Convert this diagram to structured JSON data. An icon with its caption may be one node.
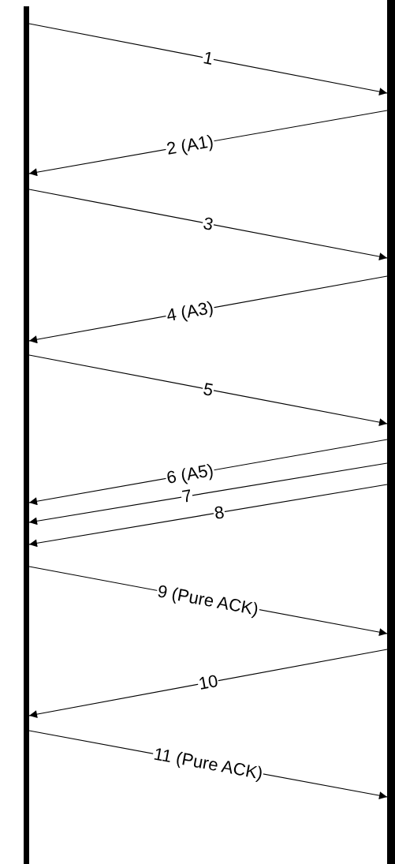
{
  "diagram": {
    "nodes": [
      {
        "text": [],
        "shape": "bar"
      },
      {
        "text": [],
        "shape": "bar"
      }
    ],
    "edges": [
      {
        "from": 0,
        "to": 1,
        "arrow": "to",
        "label": "1"
      },
      {
        "from": 1,
        "to": 0,
        "arrow": "to",
        "label": "2 (A1)"
      },
      {
        "from": 0,
        "to": 1,
        "arrow": "to",
        "label": "3"
      },
      {
        "from": 1,
        "to": 0,
        "arrow": "to",
        "label": "4 (A3)"
      },
      {
        "from": 0,
        "to": 1,
        "arrow": "to",
        "label": "5"
      },
      {
        "from": 1,
        "to": 0,
        "arrow": "to",
        "label": "6 (A5)"
      },
      {
        "from": 1,
        "to": 0,
        "arrow": "to",
        "label": "7"
      },
      {
        "from": 1,
        "to": 0,
        "arrow": "to",
        "label": "8"
      },
      {
        "from": 0,
        "to": 1,
        "arrow": "to",
        "label": "9 (Pure ACK)"
      },
      {
        "from": 1,
        "to": 0,
        "arrow": "to",
        "label": "10"
      },
      {
        "from": 0,
        "to": 1,
        "arrow": "to",
        "label": "11 (Pure ACK)"
      }
    ]
  }
}
